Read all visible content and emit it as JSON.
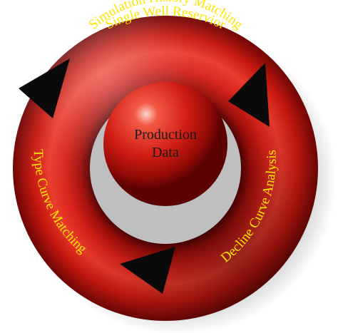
{
  "labels": {
    "top_line1": "Single Well Reservior",
    "top_line2": "Simulation History Matching",
    "left": "Type Curve Matching",
    "right": "Decline Curve Analysis",
    "center_line1": "Production",
    "center_line2": "Data"
  },
  "colors": {
    "ring_base": "#d01a12",
    "ring_dark": "#7a0604",
    "ring_light": "#f06050",
    "label_yellow": "#ffe600",
    "arrow": "#0a0a0a",
    "sphere_text": "#1a1a1a"
  }
}
